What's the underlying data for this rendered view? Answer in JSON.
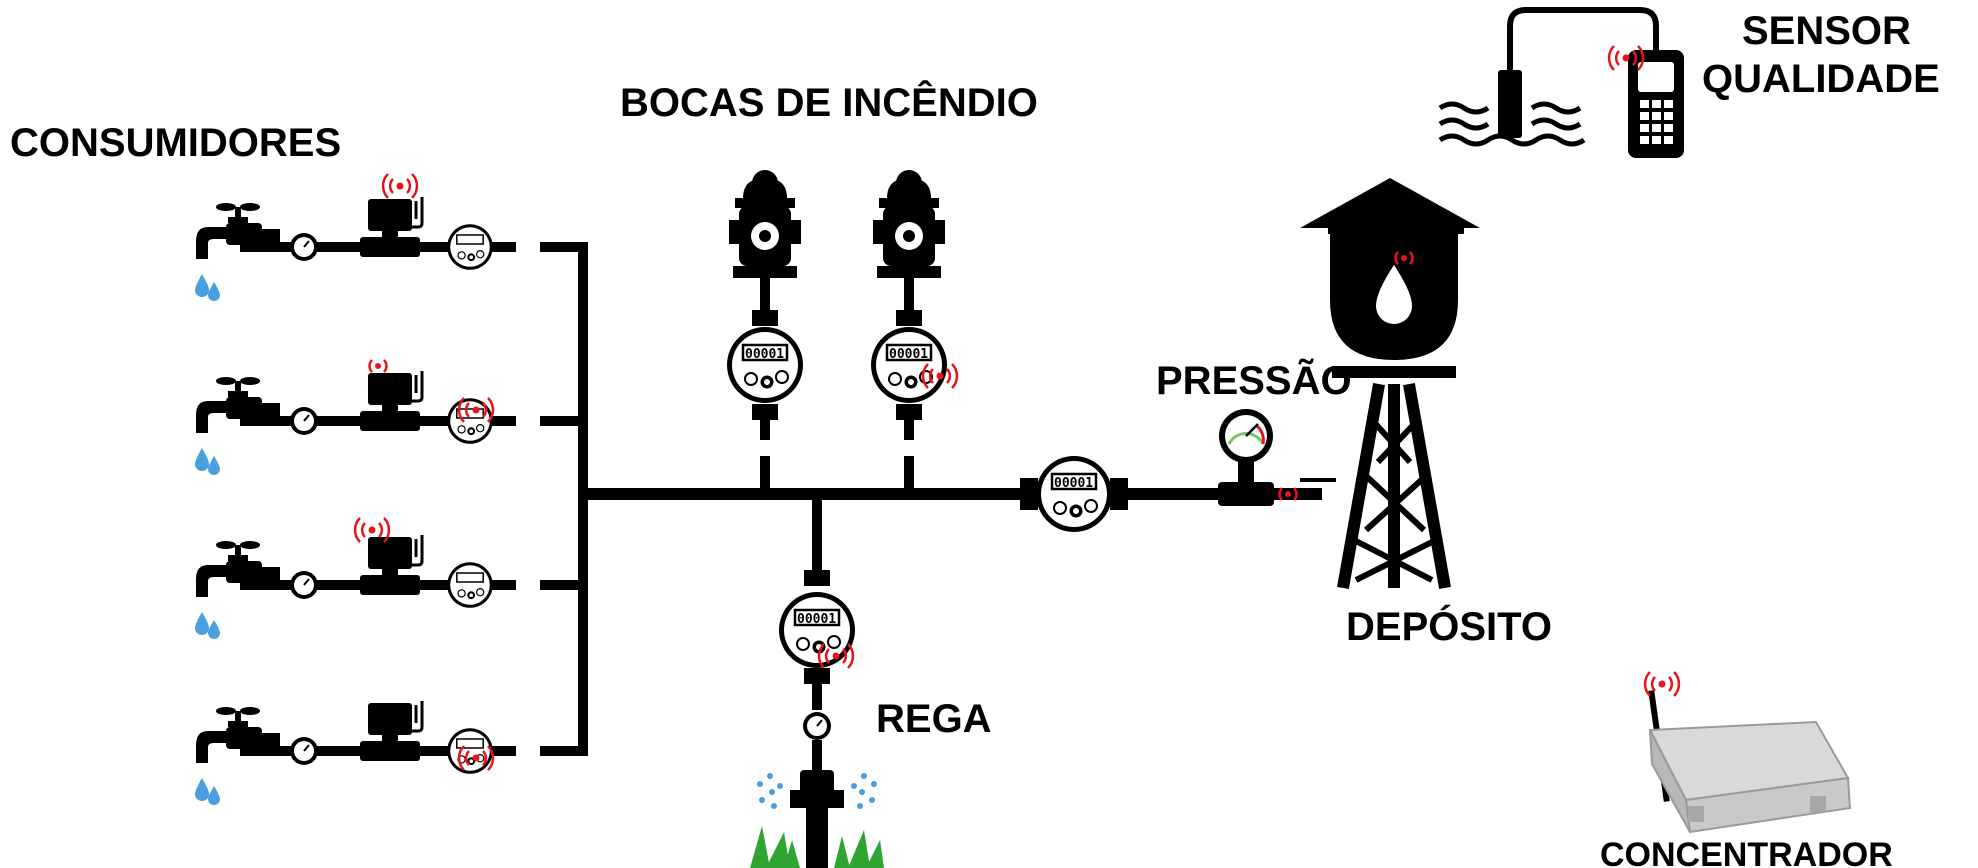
{
  "labels": {
    "consumers": "CONSUMIDORES",
    "hydrants": "BOCAS DE INCÊNDIO",
    "pressure": "PRESSÃO",
    "irrigation": "REGA",
    "tank": "DEPÓSITO",
    "sensor_line1": "SENSOR",
    "sensor_line2": "QUALIDADE",
    "concentrator": "CONCENTRADOR"
  },
  "meter_reading": "00001",
  "colors": {
    "pipe": "#000000",
    "signal": "#e8141b",
    "water_drop": "#4a9fe0",
    "grass": "#2fa531",
    "spray": "#4a9fe0",
    "gauge_face": "#ffffff",
    "device_gray": "#c9c9c9"
  }
}
